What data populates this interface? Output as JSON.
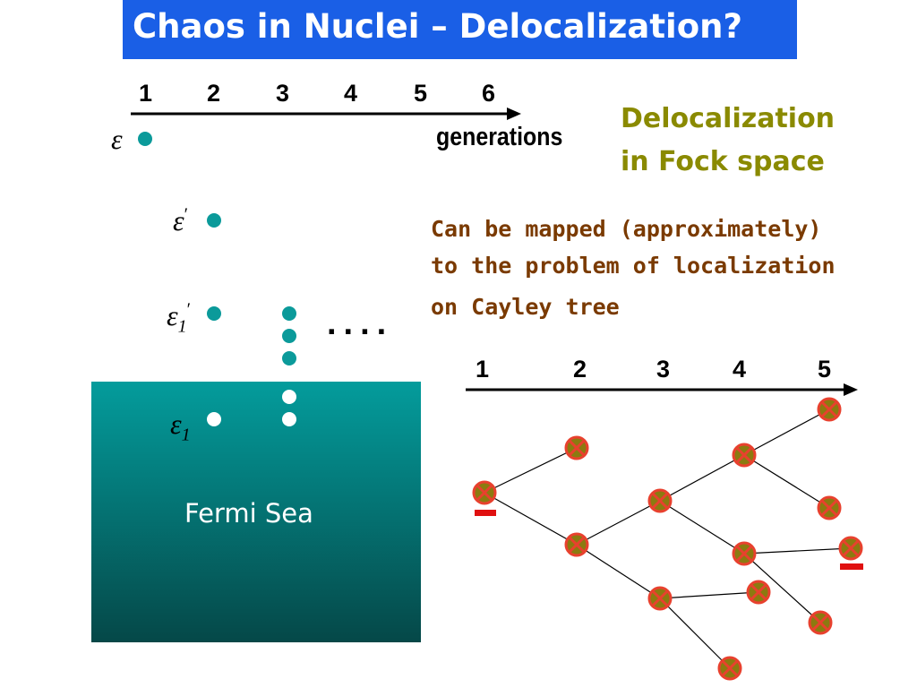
{
  "slide": {
    "title": "Chaos in Nuclei – Delocalization?",
    "top_axis": {
      "numbers": [
        "1",
        "2",
        "3",
        "4",
        "5",
        "6"
      ],
      "label": "generations"
    },
    "symbols": {
      "eps": "ε",
      "prime": "′",
      "sub1": "1"
    },
    "fermi_sea": "Fermi Sea",
    "ellipsis": "....",
    "delocalization_line1": "Delocalization",
    "delocalization_line2": "in Fock space",
    "mapped_line1": "Can be mapped (approximately)",
    "mapped_line2": "to the problem of localization",
    "mapped_line3": "on Cayley tree",
    "tree_axis": {
      "numbers": [
        "1",
        "2",
        "3",
        "4",
        "5"
      ]
    }
  },
  "colors": {
    "title_bg": "#1a5fe6",
    "teal_dot": "#0b9a9a",
    "delocalization_text": "#8a8a00",
    "mapped_text": "#7a3a00",
    "node_fill": "#8c7a10",
    "node_cross": "#e8412e",
    "minus_mark": "#e01010"
  }
}
